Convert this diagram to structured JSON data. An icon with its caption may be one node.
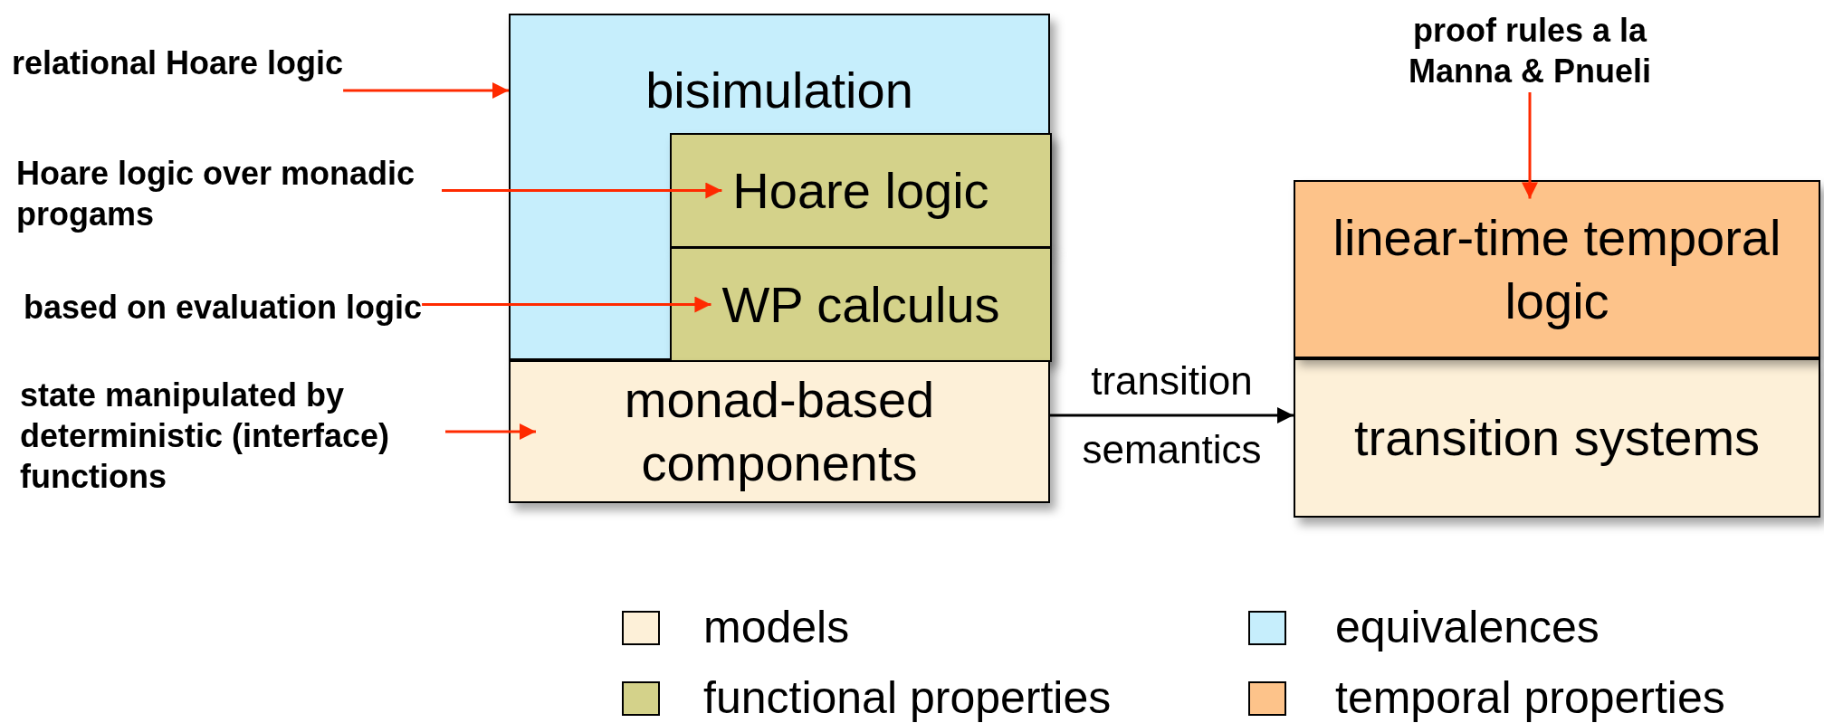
{
  "diagram": {
    "nodes": [
      {
        "text": [
          "bisimulation"
        ]
      },
      {
        "text": [
          "Hoare logic"
        ],
        "in": 0
      },
      {
        "text": [
          "WP calculus"
        ],
        "in": 0
      },
      {
        "text": [
          "monad-based components"
        ]
      },
      {
        "text": [
          "linear-time temporal logic"
        ]
      },
      {
        "text": [
          "transition systems"
        ]
      },
      {
        "text": [
          "relational Hoare logic"
        ]
      },
      {
        "text": [
          "Hoare logic over monadic progams"
        ]
      },
      {
        "text": [
          "based on evaluation logic"
        ]
      },
      {
        "text": [
          "state manipulated by deterministic (interface) functions"
        ]
      },
      {
        "text": [
          "proof rules a la Manna & Pnueli"
        ]
      }
    ],
    "edges": [
      {
        "from": 6,
        "to": 0,
        "arrow": "to"
      },
      {
        "from": 7,
        "to": 1,
        "arrow": "to"
      },
      {
        "from": 8,
        "to": 2,
        "arrow": "to"
      },
      {
        "from": 9,
        "to": 3,
        "arrow": "to"
      },
      {
        "from": 10,
        "to": 4,
        "arrow": "to"
      },
      {
        "from": 3,
        "to": 5,
        "arrow": "to",
        "label": "transition semantics",
        "color": "#000000"
      }
    ],
    "legend": [
      {
        "text": "models",
        "color": "#fdf0d8"
      },
      {
        "text": "equivalences",
        "color": "#c6eefc"
      },
      {
        "text": "functional properties",
        "color": "#d4d28a"
      },
      {
        "text": "temporal properties",
        "color": "#fdc38a"
      }
    ]
  }
}
